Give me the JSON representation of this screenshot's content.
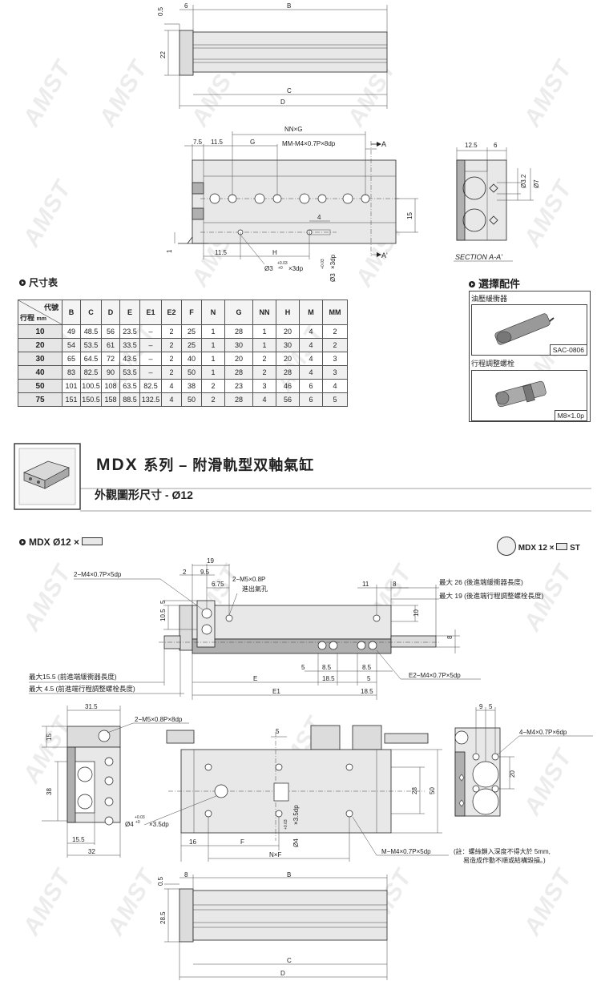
{
  "watermark": "AMST",
  "top_view": {
    "dims": {
      "t05": "0.5",
      "t22": "22",
      "t6": "6",
      "B": "B",
      "C": "C",
      "D": "D"
    }
  },
  "front_view": {
    "dims": {
      "nnxg": "NN×G",
      "a75": "7.5",
      "a115": "11.5",
      "G": "G",
      "thread": "MM-M4×0.7P×8dp",
      "A": "A",
      "Aprime": "A'",
      "d4": "4",
      "d15": "15",
      "d1": "1",
      "b115": "11.5",
      "H": "H",
      "pin3": "Ø3",
      "pin3tol": "+0.03\n+0",
      "pin3dp": "×3dp",
      "pin3v": "Ø3",
      "pin3vtol": "+0.03\n+0",
      "pin3vdp": "×3dp"
    }
  },
  "section_view": {
    "dims": {
      "s125": "12.5",
      "s6": "6",
      "s32": "Ø3.2",
      "s7": "Ø7"
    },
    "caption": "SECTION A-A'"
  },
  "dimension_table": {
    "heading": "尺寸表",
    "corner_top": "代號",
    "corner_bottom": "行程",
    "corner_unit": "mm",
    "columns": [
      "B",
      "C",
      "D",
      "E",
      "E1",
      "E2",
      "F",
      "N",
      "G",
      "NN",
      "H",
      "M",
      "MM"
    ],
    "rows": [
      {
        "stroke": "10",
        "values": [
          "49",
          "48.5",
          "56",
          "23.5",
          "–",
          "2",
          "25",
          "1",
          "28",
          "1",
          "20",
          "4",
          "2"
        ]
      },
      {
        "stroke": "20",
        "values": [
          "54",
          "53.5",
          "61",
          "33.5",
          "–",
          "2",
          "25",
          "1",
          "30",
          "1",
          "30",
          "4",
          "2"
        ]
      },
      {
        "stroke": "30",
        "values": [
          "65",
          "64.5",
          "72",
          "43.5",
          "–",
          "2",
          "40",
          "1",
          "20",
          "2",
          "20",
          "4",
          "3"
        ]
      },
      {
        "stroke": "40",
        "values": [
          "83",
          "82.5",
          "90",
          "53.5",
          "–",
          "2",
          "50",
          "1",
          "28",
          "2",
          "28",
          "4",
          "3"
        ]
      },
      {
        "stroke": "50",
        "values": [
          "101",
          "100.5",
          "108",
          "63.5",
          "82.5",
          "4",
          "38",
          "2",
          "23",
          "3",
          "46",
          "6",
          "4"
        ]
      },
      {
        "stroke": "75",
        "values": [
          "151",
          "150.5",
          "158",
          "88.5",
          "132.5",
          "4",
          "50",
          "2",
          "28",
          "4",
          "56",
          "6",
          "5"
        ]
      }
    ]
  },
  "accessories": {
    "heading": "選擇配件",
    "items": [
      {
        "label": "油壓緩衝器",
        "tag": "SAC-0806"
      },
      {
        "label": "行程調整螺栓",
        "tag": "M8×1.0p"
      }
    ]
  },
  "section_title": {
    "series": "MDX",
    "text": "系列 – 附滑軌型双軸氣缸",
    "subtitle": "外觀圖形尺寸 - Ø12"
  },
  "model_label": {
    "text": "MDX Ø12 ×"
  },
  "st_badge": {
    "text": "MDX 12 ×",
    "suffix": "ST"
  },
  "side_view": {
    "dims": {
      "d19": "19",
      "d2": "2",
      "d95": "9.5",
      "d675": "6.75",
      "m4": "2−M4×0.7P×5dp",
      "m5": "2−M5×0.8P",
      "air": "進出氣孔",
      "d105": "10.5",
      "d5": "5",
      "d11": "11",
      "d8": "8",
      "d10": "10",
      "d8b": "8",
      "max26": "最大 26 (後進端緩衝器長度)",
      "max19": "最大 19 (後進端行程調整螺栓長度)",
      "max155": "最大15.5 (前進端緩衝器長度)",
      "max45": "最大  4.5 (前進端行程調整螺栓長度)",
      "s5a": "5",
      "s85a": "8.5",
      "s185": "18.5",
      "s85b": "8.5",
      "s5b": "5",
      "E": "E",
      "E1": "E1",
      "s185b": "18.5",
      "e2": "E2−M4×0.7P×5dp"
    }
  },
  "end_view": {
    "dims": {
      "d315": "31.5",
      "m5dp": "2−M5×0.8P×8dp",
      "d15": "15",
      "d38": "38",
      "d155": "15.5",
      "d32": "32"
    }
  },
  "plan_view": {
    "dims": {
      "d5": "5",
      "d28": "28",
      "d50": "50",
      "pin4": "Ø4",
      "tol": "+0.03\n+0",
      "pin4dp": "×3.5dp",
      "pinv": "Ø4",
      "pinvdp": "×3.5dp",
      "d16": "16",
      "F": "F",
      "NxF": "N×F",
      "mdp": "M−M4×0.7P×5dp"
    },
    "note1": "(註：螺絲鎖入深度不得大於 5mm,",
    "note2": "易造成作動不順或結構毀損。)"
  },
  "right_view": {
    "dims": {
      "d9": "9",
      "d5": "5",
      "m4": "4−M4×0.7P×6dp",
      "d20": "20"
    }
  },
  "bottom_view": {
    "dims": {
      "t05": "0.5",
      "t285": "28.5",
      "t8": "8",
      "B": "B",
      "C": "C",
      "D": "D"
    }
  }
}
